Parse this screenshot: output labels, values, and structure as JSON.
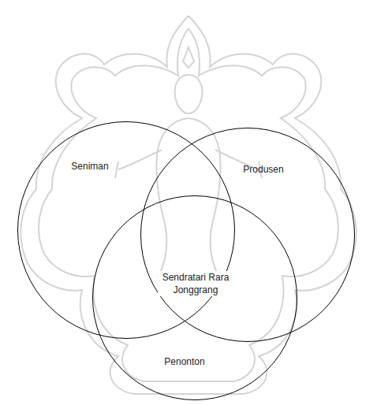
{
  "diagram": {
    "nodes": [
      {
        "text": [
          "Seniman"
        ]
      },
      {
        "text": [
          "Produsen"
        ]
      },
      {
        "text": [
          "Penonton"
        ]
      }
    ],
    "labels": [
      "Sendratari Rara Jonggrang"
    ]
  }
}
